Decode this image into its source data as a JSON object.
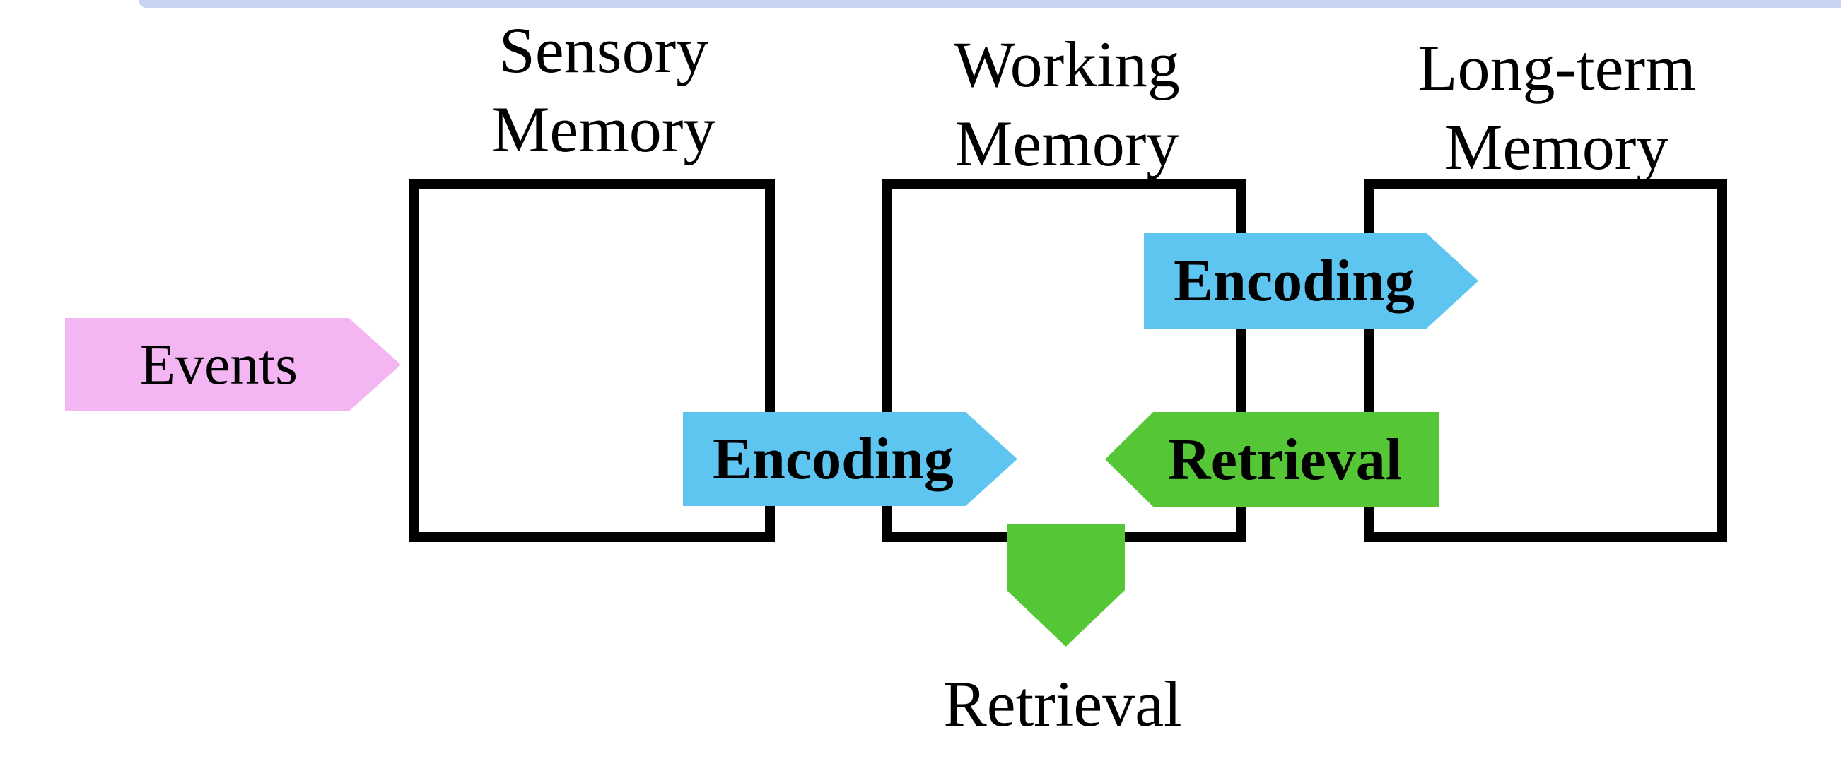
{
  "colors": {
    "background": "#ffffff",
    "top_bar": "#c7d4f3",
    "box_border": "#000000",
    "text": "#000000",
    "events_arrow": "#f3b6f3",
    "encoding_arrow": "#5ec5f0",
    "retrieval_arrow": "#55c636"
  },
  "boxes": {
    "sensory": {
      "line1": "Sensory",
      "line2": "Memory"
    },
    "working": {
      "line1": "Working",
      "line2": "Memory"
    },
    "longterm": {
      "line1": "Long-term",
      "line2": "Memory"
    }
  },
  "arrows": {
    "events": {
      "label": "Events",
      "direction": "right",
      "color": "#f3b6f3"
    },
    "encoding_sensory_to_working": {
      "label": "Encoding",
      "direction": "right",
      "color": "#5ec5f0"
    },
    "encoding_working_to_longterm": {
      "label": "Encoding",
      "direction": "right",
      "color": "#5ec5f0"
    },
    "retrieval_longterm_to_working": {
      "label": "Retrieval",
      "direction": "left",
      "color": "#55c636"
    },
    "retrieval_working_down": {
      "label": "Retrieval",
      "direction": "down",
      "color": "#55c636"
    }
  }
}
